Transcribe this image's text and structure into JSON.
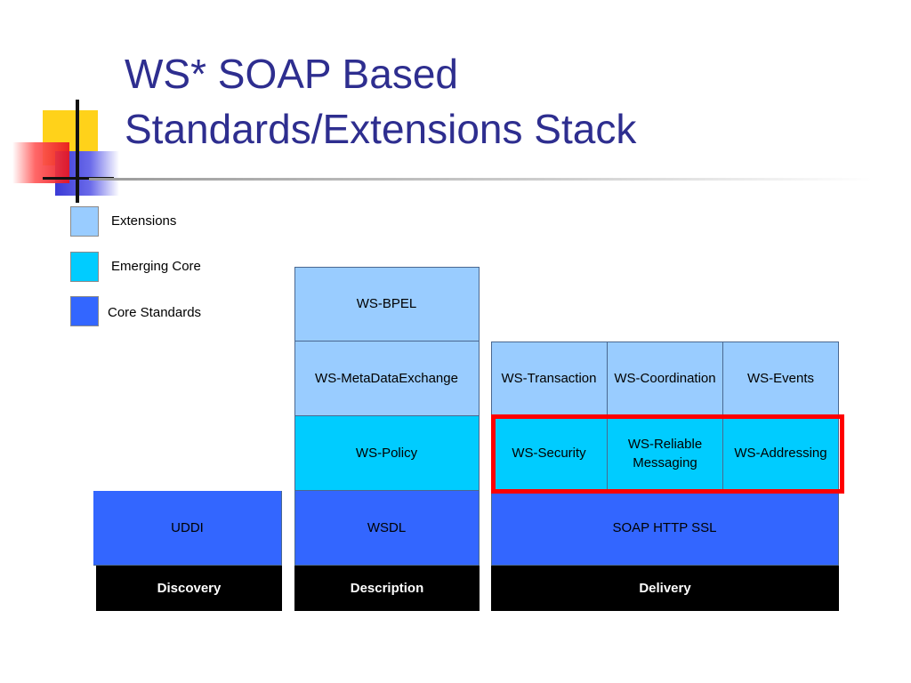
{
  "title": {
    "line1": "WS* SOAP Based",
    "line2": "Standards/Extensions Stack"
  },
  "colors": {
    "title": "#2e2e8f",
    "extensions": "#99ccff",
    "emerging_core": "#00ccff",
    "core_standards": "#3366ff",
    "pillar": "#000000",
    "highlight": "#ff0000"
  },
  "legend": {
    "extensions": "Extensions",
    "emerging_core": "Emerging Core",
    "core_standards": "Core Standards"
  },
  "discovery": {
    "pillar": "Discovery",
    "core": "UDDI"
  },
  "description": {
    "pillar": "Description",
    "core": "WSDL",
    "emerging": "WS-Policy",
    "ext_metadata": "WS-MetaDataExchange",
    "ext_bpel": "WS-BPEL"
  },
  "delivery": {
    "pillar": "Delivery",
    "core": "SOAP HTTP SSL",
    "emerging": [
      "WS-Security",
      "WS-Reliable Messaging",
      "WS-Addressing"
    ],
    "extensions": [
      "WS-Transaction",
      "WS-Coordination",
      "WS-Events"
    ]
  }
}
